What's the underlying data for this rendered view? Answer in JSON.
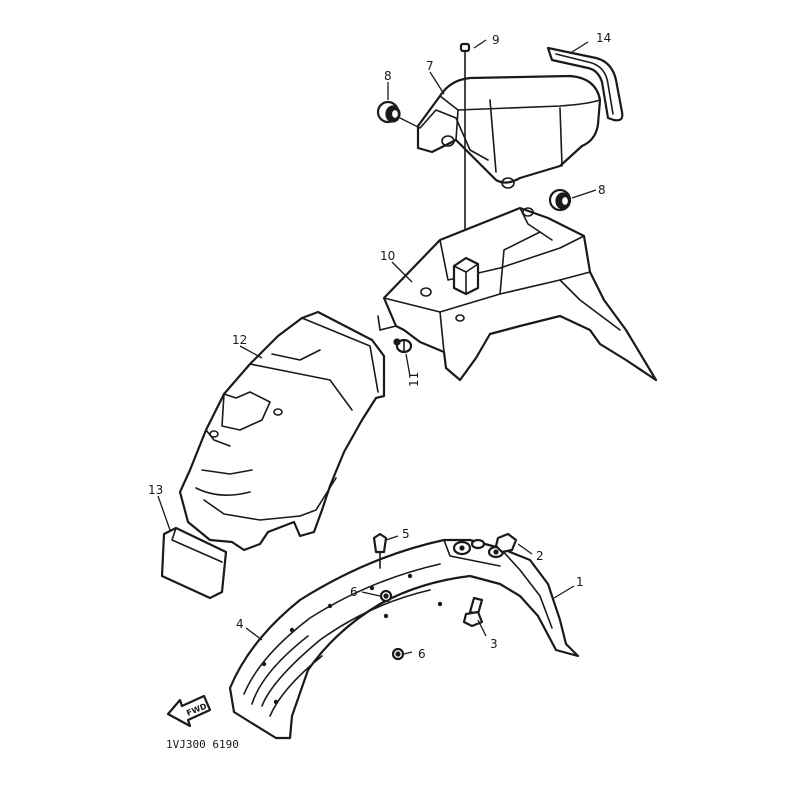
{
  "callouts": {
    "c1": "1",
    "c2": "2",
    "c3": "3",
    "c4": "4",
    "c5": "5",
    "c6a": "6",
    "c6b": "6",
    "c7": "7",
    "c8a": "8",
    "c8b": "8",
    "c9": "9",
    "c10": "10",
    "c11": "11",
    "c12": "12",
    "c13": "13",
    "c14": "14"
  },
  "front_arrow_label": "FWD",
  "diagram_code": "1VJ300 6190",
  "colors": {
    "ink": "#1a1a1a",
    "paper": "#ffffff"
  }
}
